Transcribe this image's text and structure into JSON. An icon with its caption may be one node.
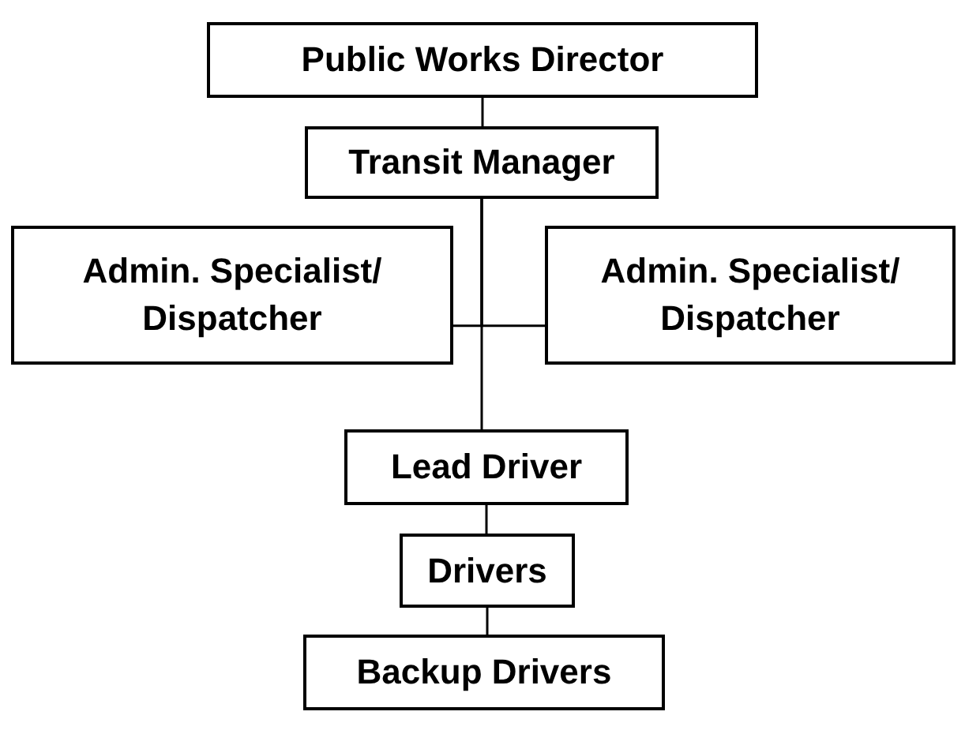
{
  "diagram": {
    "nodes": [
      {
        "text": [
          "Public Works Director"
        ]
      },
      {
        "text": [
          "Transit Manager"
        ]
      },
      {
        "text": [
          "Admin. Specialist/ Dispatcher"
        ]
      },
      {
        "text": [
          "Admin. Specialist/ Dispatcher"
        ]
      },
      {
        "text": [
          "Lead Driver"
        ]
      },
      {
        "text": [
          "Drivers"
        ]
      },
      {
        "text": [
          "Backup Drivers"
        ]
      }
    ],
    "edges": [
      {
        "from": 0,
        "to": 1,
        "arrow": "none"
      },
      {
        "from": 1,
        "to": 2,
        "arrow": "none"
      },
      {
        "from": 1,
        "to": 3,
        "arrow": "none"
      },
      {
        "from": 1,
        "to": 4,
        "arrow": "none"
      },
      {
        "from": 4,
        "to": 5,
        "arrow": "none"
      },
      {
        "from": 5,
        "to": 6,
        "arrow": "none"
      }
    ]
  }
}
